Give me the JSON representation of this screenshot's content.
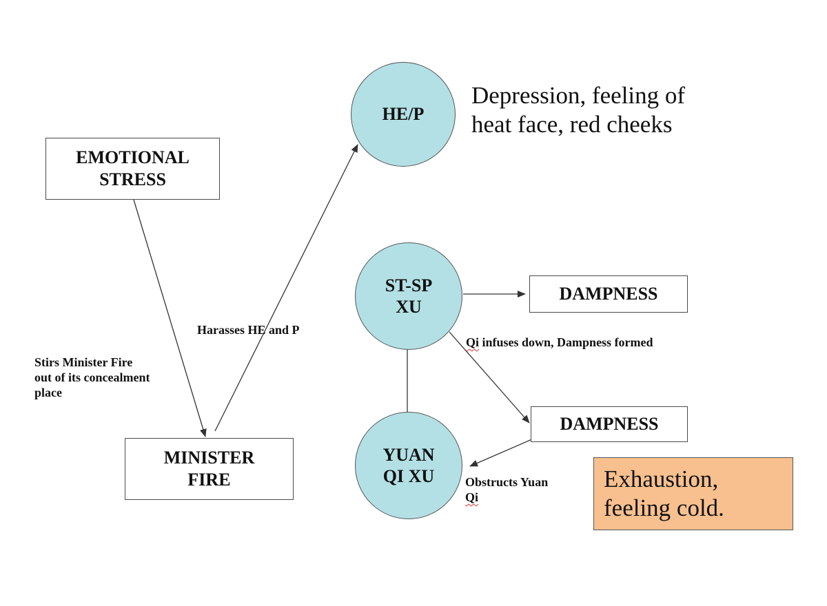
{
  "colors": {
    "circle_fill": "#b3e0e5",
    "highlight_fill": "#f8c08e",
    "line": "#333333"
  },
  "nodes": {
    "emotional_stress": "EMOTIONAL\nSTRESS",
    "minister_fire": "MINISTER\nFIRE",
    "he_p": "HE/P",
    "st_sp_xu": "ST-SP\nXU",
    "yuan_qi_xu": "YUAN\nQI XU",
    "dampness_top": "DAMPNESS",
    "dampness_bottom": "DAMPNESS"
  },
  "edge_labels": {
    "stirs_line1": "Stirs Minister Fire",
    "stirs_line2": "out of its concealment",
    "stirs_line3": "place",
    "harasses": "Harasses HE and P",
    "qi_infuses_prefix": "Qi",
    "qi_infuses_rest": " infuses down, Dampness formed",
    "obstructs_line1": "Obstructs Yuan",
    "obstructs_line2": "Qi"
  },
  "symptoms": {
    "he_p_line1": "Depression, feeling of",
    "he_p_line2": "heat face, red cheeks",
    "yuan_line1": "Exhaustion,",
    "yuan_line2": "feeling cold."
  }
}
